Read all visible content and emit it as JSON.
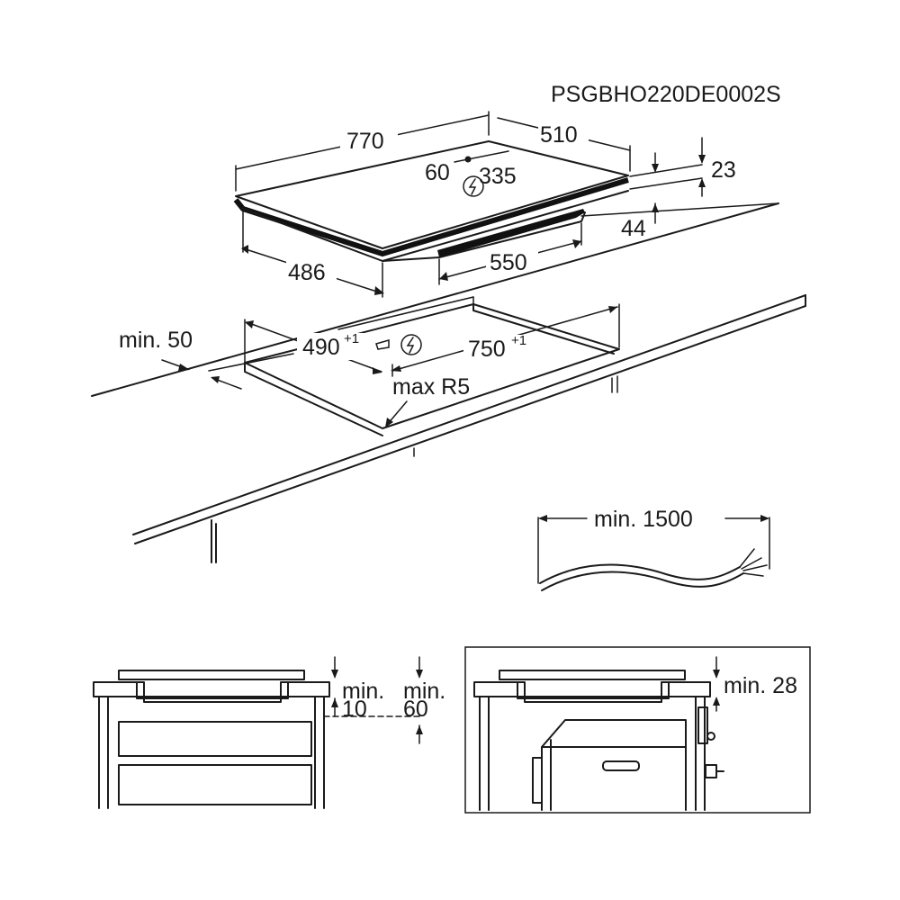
{
  "code": "PSGBHO220DE0002S",
  "hob": {
    "width": "770",
    "depth": "510",
    "socket_left": "60",
    "socket_right": "335",
    "thickness": "23",
    "underside_height": "44",
    "base_depth": "486",
    "base_width": "550"
  },
  "cutout": {
    "min_edge": "min. 50",
    "depth": "490",
    "depth_tol": "+1",
    "width": "750",
    "width_tol": "+1",
    "radius": "max R5"
  },
  "cable": {
    "length": "min. 1500"
  },
  "sections": {
    "left": {
      "label_a": "min.",
      "value_a": "10",
      "label_b": "min.",
      "value_b": "60"
    },
    "right": {
      "label": "min. 28"
    }
  },
  "icons": [
    "electric-connection-icon"
  ]
}
